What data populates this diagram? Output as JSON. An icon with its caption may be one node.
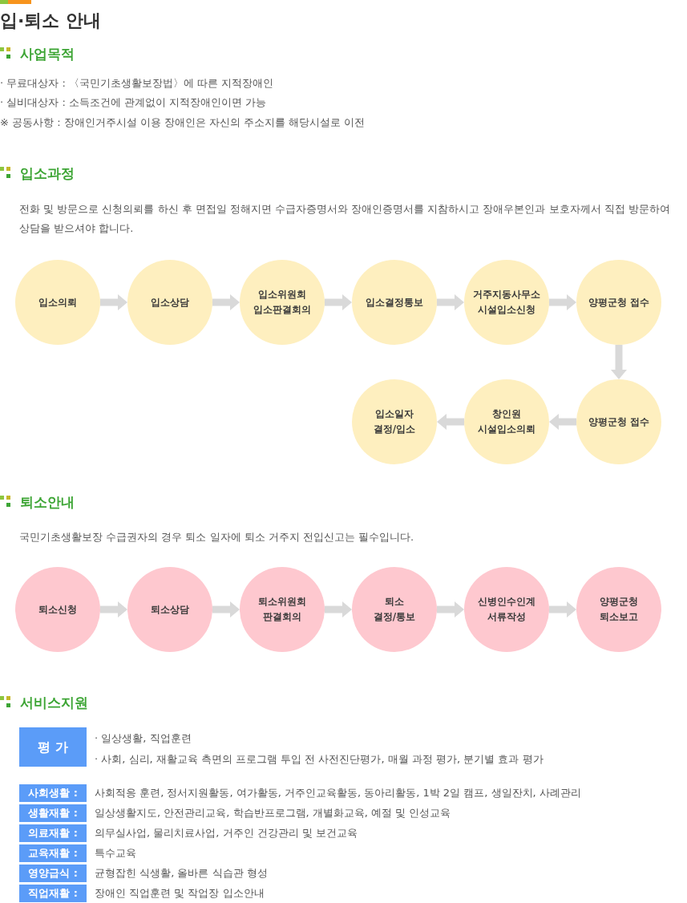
{
  "diagram": {
    "title": "입·퇴소 안내",
    "nodes": [
      {
        "text": [
          "입소의뢰"
        ]
      },
      {
        "text": [
          "입소상담"
        ]
      },
      {
        "text": [
          "입소위원회 입소판결회의"
        ]
      },
      {
        "text": [
          "입소결정통보"
        ]
      },
      {
        "text": [
          "거주지동사무소 시설입소신청"
        ]
      },
      {
        "text": [
          "양평군청 접수"
        ]
      },
      {
        "text": [
          "입소일자 결정/입소"
        ]
      },
      {
        "text": [
          "창인원 시설입소의뢰"
        ]
      },
      {
        "text": [
          "양평군청 접수"
        ]
      },
      {
        "text": [
          "퇴소신청"
        ]
      },
      {
        "text": [
          "퇴소상담"
        ]
      },
      {
        "text": [
          "퇴소위원회 판결회의"
        ]
      },
      {
        "text": [
          "퇴소 결정/통보"
        ]
      },
      {
        "text": [
          "신병인수인계 서류작성"
        ]
      },
      {
        "text": [
          "양평군청 퇴소보고"
        ]
      }
    ],
    "edges": [
      {
        "from": 0,
        "to": 1,
        "arrow": "to"
      },
      {
        "from": 1,
        "to": 2,
        "arrow": "to"
      },
      {
        "from": 2,
        "to": 3,
        "arrow": "to"
      },
      {
        "from": 3,
        "to": 4,
        "arrow": "to"
      },
      {
        "from": 4,
        "to": 5,
        "arrow": "to"
      },
      {
        "from": 5,
        "to": 8,
        "arrow": "to"
      },
      {
        "from": 8,
        "to": 7,
        "arrow": "to"
      },
      {
        "from": 7,
        "to": 6,
        "arrow": "to"
      },
      {
        "from": 9,
        "to": 10,
        "arrow": "to"
      },
      {
        "from": 10,
        "to": 11,
        "arrow": "to"
      },
      {
        "from": 11,
        "to": 12,
        "arrow": "to"
      },
      {
        "from": 12,
        "to": 13,
        "arrow": "to"
      },
      {
        "from": 13,
        "to": 14,
        "arrow": "to"
      }
    ],
    "labels": [
      "사업목적",
      "· 무료대상자 : 〈국민기초생활보장법〉에 따른 지적장애인",
      "· 실비대상자 : 소득조건에 관계없이 지적장애인이면 가능",
      "※ 공동사항 : 장애인거주시설 이용 장애인은 자신의 주소지를 해당시설로 이전",
      "입소과정",
      "전화 및 방문으로 신청의뢰를 하신 후 면접일 정해지면 수급자증명서와 장애인증명서를 지참하시고 장애우본인과 보호자께서 직접 방문하여 상담을 받으셔야 합니다.",
      "퇴소안내",
      "국민기초생활보장 수급권자의 경우 퇴소 일자에 퇴소 거주지 전입신고는 필수입니다.",
      "서비스지원",
      "평 가",
      "· 일상생활, 직업훈련",
      "· 사회, 심리, 재활교육 측면의 프로그램 투입 전 사전진단평가, 매월 과정 평가, 분기별 효과 평가",
      "사회생활 :",
      "사회적응 훈련, 정서지원활동, 여가활동, 거주인교육활동, 동아리활동, 1박 2일 캠프, 생일잔치, 사례관리",
      "생활재활 :",
      "일상생활지도, 안전관리교육, 학습반프로그램, 개별화교육, 예절 및 인성교육",
      "의료재활 :",
      "의무실사업, 물리치료사업, 거주인 건강관리 및 보건교육",
      "교육재활 :",
      "특수교육",
      "영양급식 :",
      "균형잡힌 식생활, 올바른 식습관 형성",
      "직업재활 :",
      "장애인 직업훈련 및 작업장 입소안내"
    ]
  }
}
